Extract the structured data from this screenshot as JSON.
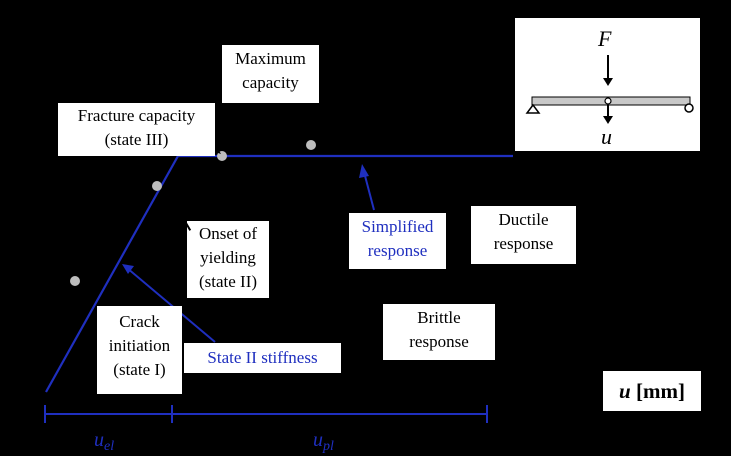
{
  "labels": {
    "maximum_capacity": [
      "Maximum",
      "capacity"
    ],
    "fracture_capacity": [
      "Fracture capacity",
      "(state III)"
    ],
    "onset_of_yielding": [
      "Onset of",
      "yielding",
      "(state II)"
    ],
    "crack_initiation": [
      "Crack",
      "initiation",
      "(state I)"
    ],
    "simplified_response": [
      "Simplified",
      "response"
    ],
    "ductile_response": [
      "Ductile",
      "response"
    ],
    "brittle_response": [
      "Brittle",
      "response"
    ],
    "state_ii_stiffness": "State II stiffness"
  },
  "axis": {
    "x_symbol": "u",
    "x_unit": "[mm]"
  },
  "beam_schematic": {
    "force_label": "F",
    "displacement_label": "u"
  },
  "dimensions": {
    "elastic_label": "u",
    "elastic_sub": "el",
    "plastic_label": "u",
    "plastic_sub": "pl"
  },
  "colors": {
    "background": "#000000",
    "response_line": "#1f2fbf",
    "points": "#bdbdbd",
    "boxes": "#ffffff"
  }
}
